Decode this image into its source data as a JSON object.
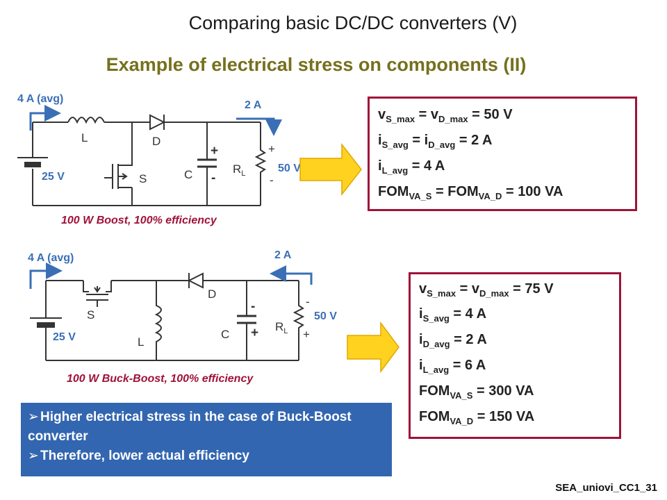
{
  "title": "Comparing basic DC/DC converters (V)",
  "subtitle": "Example of electrical stress on components (II)",
  "boost": {
    "current_in": "4 A (avg)",
    "current_out": "2 A",
    "inductor": "L",
    "diode": "D",
    "switch": "S",
    "capacitor": "C",
    "resistor_main": "R",
    "resistor_sub": "L",
    "vin": "25 V",
    "vout": "50 V",
    "plus": "+",
    "minus": "-",
    "caption": "100 W Boost, 100% efficiency"
  },
  "buckboost": {
    "current_in": "4 A (avg)",
    "current_out": "2 A",
    "inductor": "L",
    "diode": "D",
    "switch": "S",
    "capacitor": "C",
    "resistor_main": "R",
    "resistor_sub": "L",
    "vin": "25 V",
    "vout": "50 V",
    "plus": "+",
    "minus": "-",
    "caption": "100 W Buck-Boost, 100% efficiency"
  },
  "boost_results": [
    {
      "a_main": "v",
      "a_sub": "S_max",
      "b_main": "v",
      "b_sub": "D_max",
      "value": "50 V"
    },
    {
      "a_main": "i",
      "a_sub": "S_avg",
      "b_main": "i",
      "b_sub": "D_avg",
      "value": "2 A"
    },
    {
      "a_main": "i",
      "a_sub": "L_avg",
      "value": "4 A"
    },
    {
      "a_main": "FOM",
      "a_sub": "VA_S",
      "b_main": "FOM",
      "b_sub": "VA_D",
      "value": "100 VA"
    }
  ],
  "buckboost_results": [
    {
      "a_main": "v",
      "a_sub": "S_max",
      "b_main": "v",
      "b_sub": "D_max",
      "value": "75 V"
    },
    {
      "a_main": "i",
      "a_sub": "S_avg",
      "value": "4 A"
    },
    {
      "a_main": "i",
      "a_sub": "D_avg",
      "value": "2 A"
    },
    {
      "a_main": "i",
      "a_sub": "L_avg",
      "value": "6 A"
    },
    {
      "a_main": "FOM",
      "a_sub": "VA_S",
      "value": "300 VA"
    },
    {
      "a_main": "FOM",
      "a_sub": "VA_D",
      "value": "150 VA"
    }
  ],
  "conclusions": [
    "Higher electrical stress in the case of Buck-Boost converter",
    "Therefore, lower actual efficiency"
  ],
  "footer": "SEA_uniovi_CC1_31",
  "colors": {
    "subtitle": "#76701d",
    "current_arrow": "#3a6fb5",
    "result_border": "#a0123a",
    "arrow_fill": "#ffd21f",
    "conclusion_bg": "#3366b0"
  }
}
